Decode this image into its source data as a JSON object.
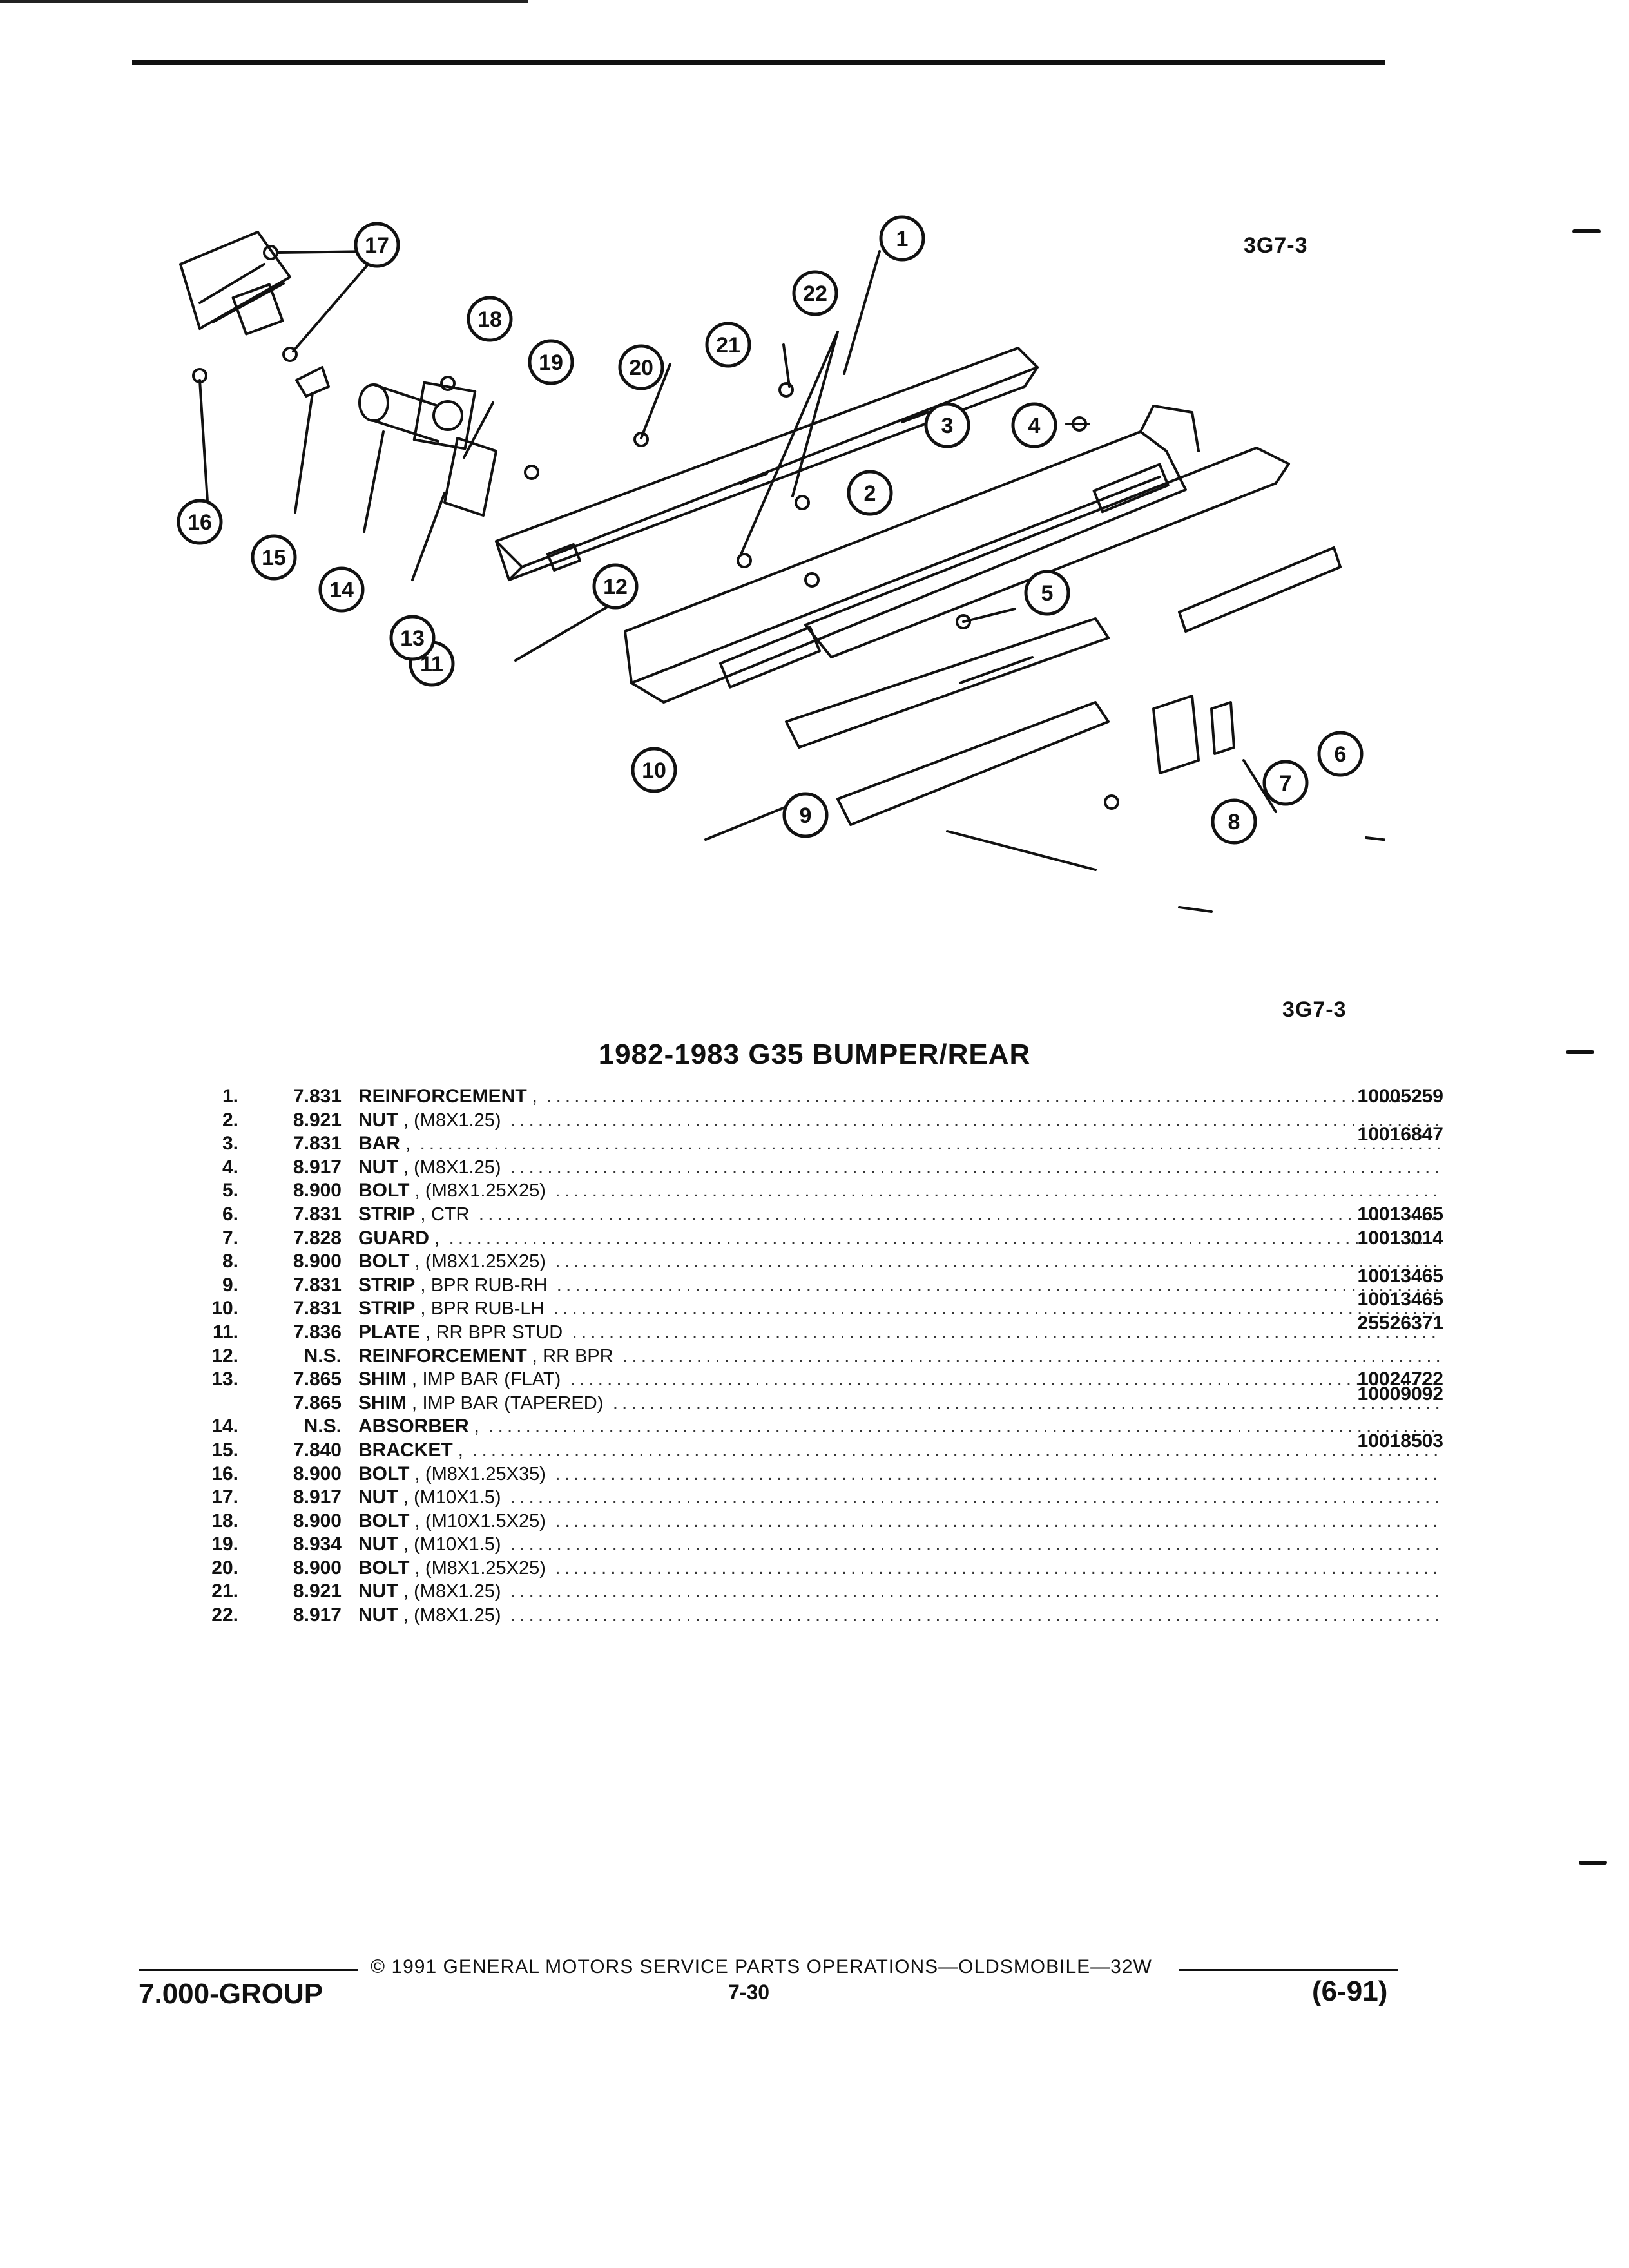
{
  "figure_code": "3G7-3",
  "title": "1982-1983 G35 BUMPER/REAR",
  "callouts": [
    "1",
    "2",
    "3",
    "4",
    "5",
    "6",
    "7",
    "8",
    "9",
    "10",
    "11",
    "12",
    "13",
    "14",
    "15",
    "16",
    "17",
    "18",
    "19",
    "20",
    "21",
    "22"
  ],
  "parts": [
    {
      "num": "1.",
      "group": "7.831",
      "name": "REINFORCEMENT",
      "desc": "",
      "pn": "10005259",
      "high": false
    },
    {
      "num": "2.",
      "group": "8.921",
      "name": "NUT",
      "desc": "(M8X1.25)",
      "pn": "",
      "high": false
    },
    {
      "num": "3.",
      "group": "7.831",
      "name": "BAR",
      "desc": "",
      "pn": "10016847",
      "high": true
    },
    {
      "num": "4.",
      "group": "8.917",
      "name": "NUT",
      "desc": "(M8X1.25)",
      "pn": "",
      "high": false
    },
    {
      "num": "5.",
      "group": "8.900",
      "name": "BOLT",
      "desc": "(M8X1.25X25)",
      "pn": "",
      "high": false
    },
    {
      "num": "6.",
      "group": "7.831",
      "name": "STRIP",
      "desc": "CTR",
      "pn": "10013465",
      "high": false
    },
    {
      "num": "7.",
      "group": "7.828",
      "name": "GUARD",
      "desc": "",
      "pn": "10013014",
      "high": false
    },
    {
      "num": "8.",
      "group": "8.900",
      "name": "BOLT",
      "desc": "(M8X1.25X25)",
      "pn": "",
      "high": false
    },
    {
      "num": "9.",
      "group": "7.831",
      "name": "STRIP",
      "desc": "BPR RUB-RH",
      "pn": "10013465",
      "high": true
    },
    {
      "num": "10.",
      "group": "7.831",
      "name": "STRIP",
      "desc": "BPR RUB-LH",
      "pn": "10013465",
      "high": true
    },
    {
      "num": "11.",
      "group": "7.836",
      "name": "PLATE",
      "desc": "RR BPR STUD",
      "pn": "25526371",
      "high": true
    },
    {
      "num": "12.",
      "group": "N.S.",
      "name": "REINFORCEMENT",
      "desc": "RR BPR",
      "pn": "",
      "high": false
    },
    {
      "num": "13.",
      "group": "7.865",
      "name": "SHIM",
      "desc": "IMP BAR (FLAT)",
      "pn": "10024722",
      "high": false
    },
    {
      "num": "",
      "group": "7.865",
      "name": "SHIM",
      "desc": "IMP BAR (TAPERED)",
      "pn": "10009092",
      "high": true
    },
    {
      "num": "14.",
      "group": "N.S.",
      "name": "ABSORBER",
      "desc": "",
      "pn": "",
      "high": false
    },
    {
      "num": "15.",
      "group": "7.840",
      "name": "BRACKET",
      "desc": "",
      "pn": "10018503",
      "high": true
    },
    {
      "num": "16.",
      "group": "8.900",
      "name": "BOLT",
      "desc": "(M8X1.25X35)",
      "pn": "",
      "high": false
    },
    {
      "num": "17.",
      "group": "8.917",
      "name": "NUT",
      "desc": "(M10X1.5)",
      "pn": "",
      "high": false
    },
    {
      "num": "18.",
      "group": "8.900",
      "name": "BOLT",
      "desc": "(M10X1.5X25)",
      "pn": "",
      "high": false
    },
    {
      "num": "19.",
      "group": "8.934",
      "name": "NUT",
      "desc": "(M10X1.5)",
      "pn": "",
      "high": false
    },
    {
      "num": "20.",
      "group": "8.900",
      "name": "BOLT",
      "desc": "(M8X1.25X25)",
      "pn": "",
      "high": false
    },
    {
      "num": "21.",
      "group": "8.921",
      "name": "NUT",
      "desc": "(M8X1.25)",
      "pn": "",
      "high": false
    },
    {
      "num": "22.",
      "group": "8.917",
      "name": "NUT",
      "desc": "(M8X1.25)",
      "pn": "",
      "high": false
    }
  ],
  "footer": {
    "copyright": "© 1991 GENERAL MOTORS SERVICE PARTS OPERATIONS—OLDSMOBILE—32W",
    "group": "7.000-GROUP",
    "page": "7-30",
    "date": "(6-91)"
  },
  "colors": {
    "ink": "#111111",
    "paper": "#ffffff"
  }
}
